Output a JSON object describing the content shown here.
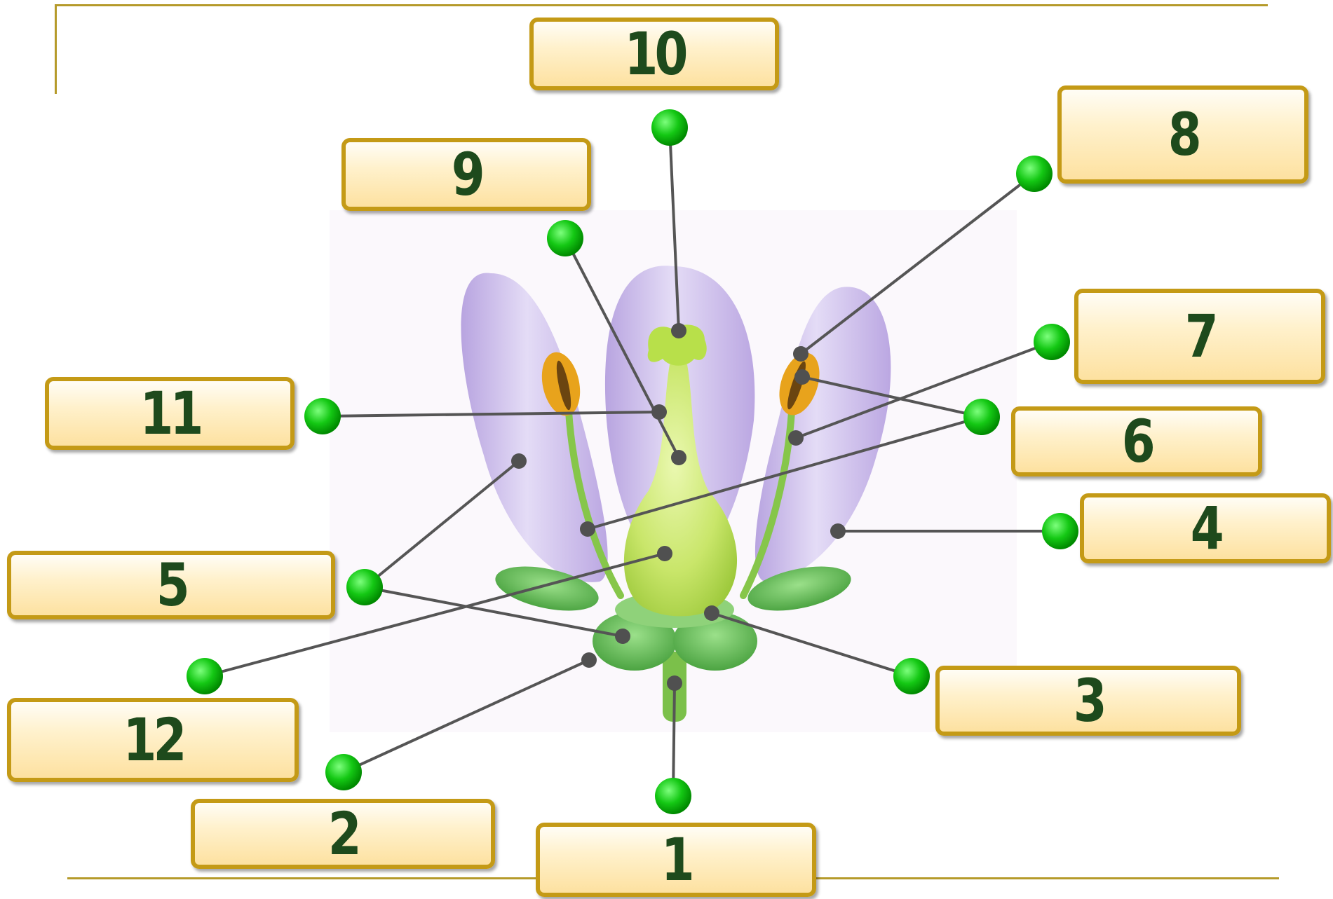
{
  "labels": [
    "1",
    "2",
    "3",
    "4",
    "5",
    "6",
    "7",
    "8",
    "9",
    "10",
    "11",
    "12"
  ],
  "colors": {
    "frame": "#b59a2a",
    "box_border": "#c49a16",
    "number_text": "#1e4a1c",
    "pointer_line": "#555555",
    "marker_green": "#00b400",
    "petal": "#c9b9e8",
    "pistil": "#c4e46a",
    "sepal": "#55b54a",
    "anther": "#e8a31c"
  }
}
